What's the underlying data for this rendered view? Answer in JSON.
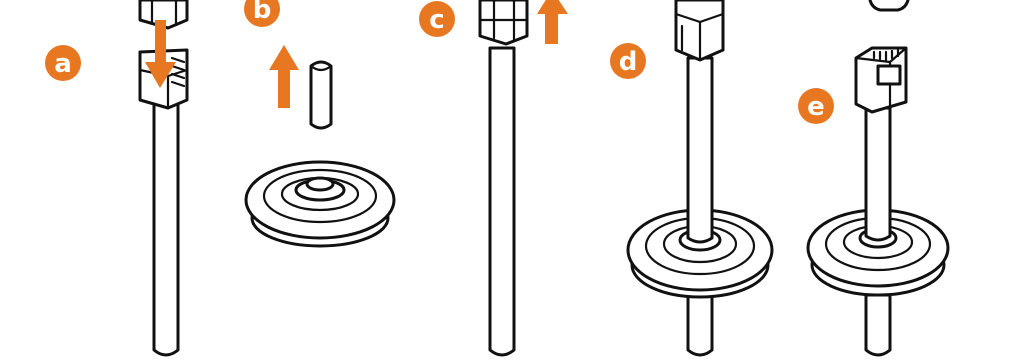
{
  "colors": {
    "accent": "#e87722",
    "line": "#111111",
    "background": "#ffffff"
  },
  "steps": [
    {
      "label": "a",
      "arrow": "down"
    },
    {
      "label": "b",
      "arrow": "up"
    },
    {
      "label": "c",
      "arrow": "up"
    },
    {
      "label": "d",
      "arrow": "none"
    },
    {
      "label": "e",
      "arrow": "none"
    }
  ]
}
